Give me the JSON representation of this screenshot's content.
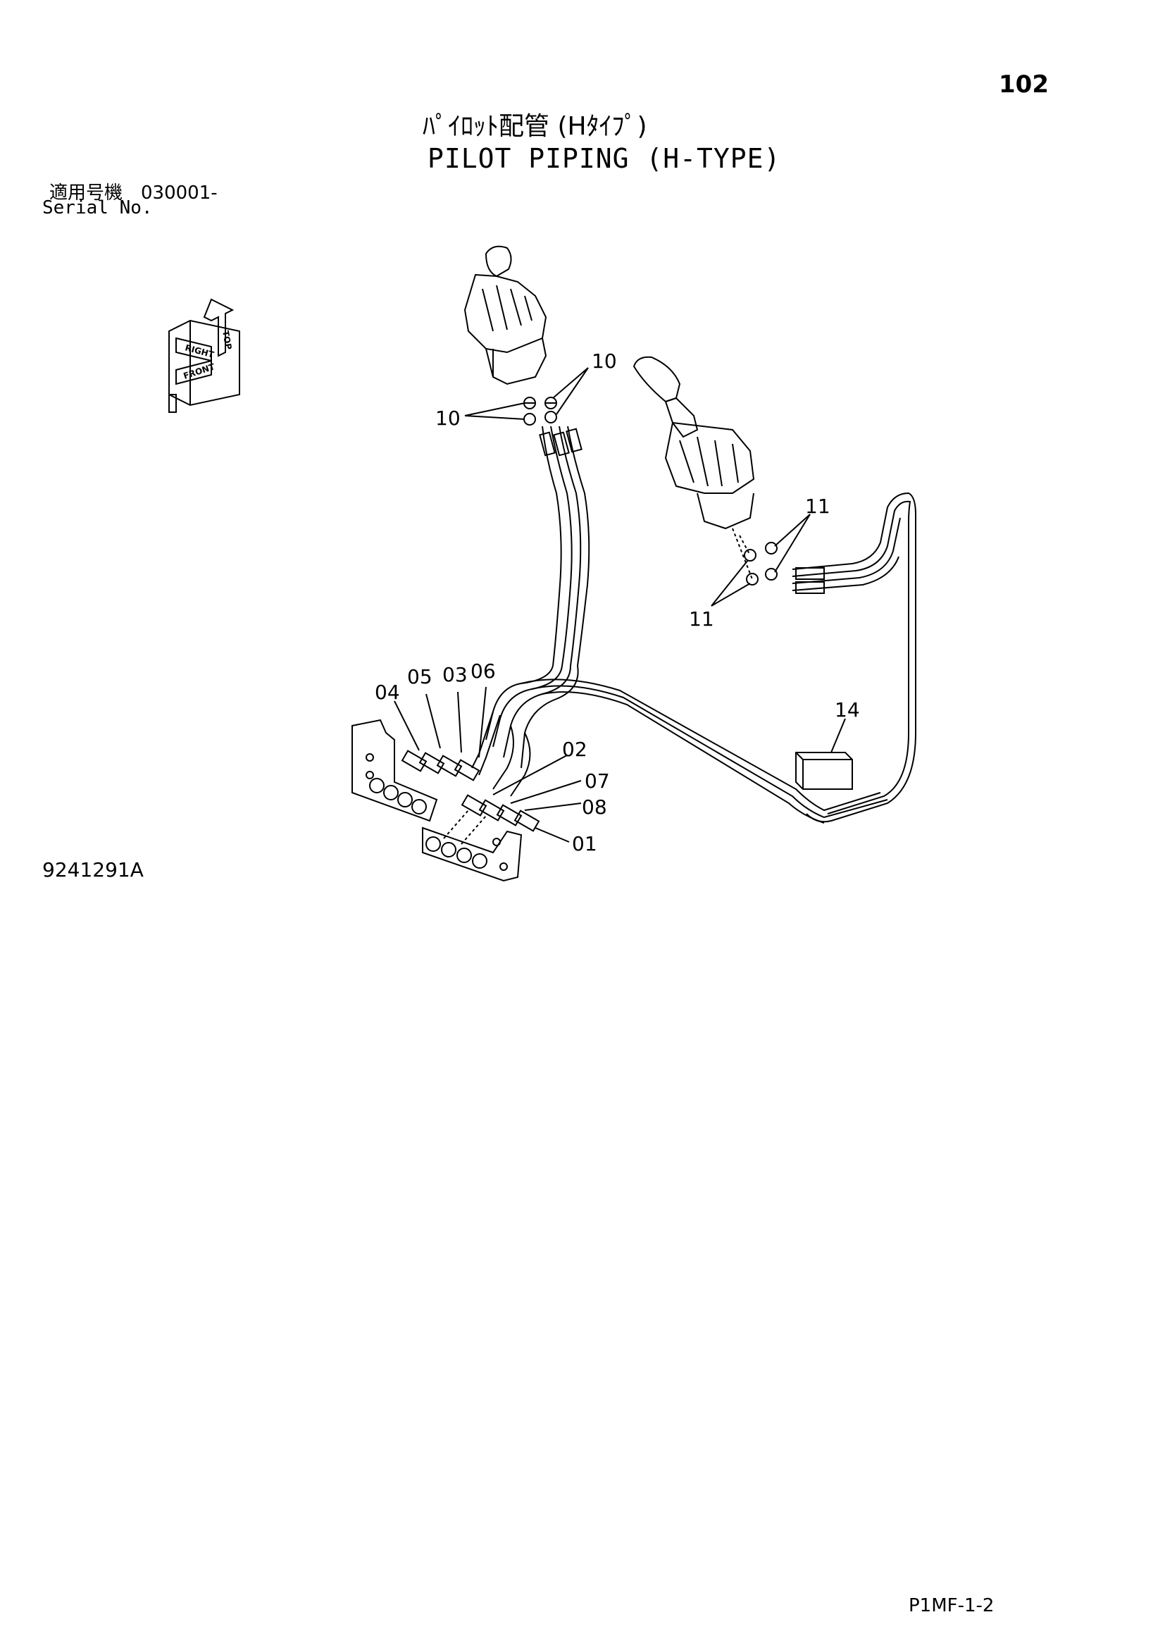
{
  "header": {
    "page_number": "102",
    "title_jp": "ﾊﾟｲﾛｯﾄ配管 (Hﾀｲﾌﾟ)",
    "title_en": "PILOT PIPING (H-TYPE)",
    "serial_label_jp": "適用号機　030001-",
    "serial_label_en": "Serial No."
  },
  "orientation": {
    "top": "TOP",
    "right": "RIGHT",
    "front": "FRONT"
  },
  "callouts": {
    "c10_upper": "10",
    "c10_lower": "10",
    "c11_upper": "11",
    "c11_lower": "11",
    "c04": "04",
    "c05": "05",
    "c03": "03",
    "c06": "06",
    "c02": "02",
    "c07": "07",
    "c08": "08",
    "c01": "01",
    "c14": "14"
  },
  "footer": {
    "drawing_number": "9241291A",
    "page_code": "P1MF-1-2"
  }
}
